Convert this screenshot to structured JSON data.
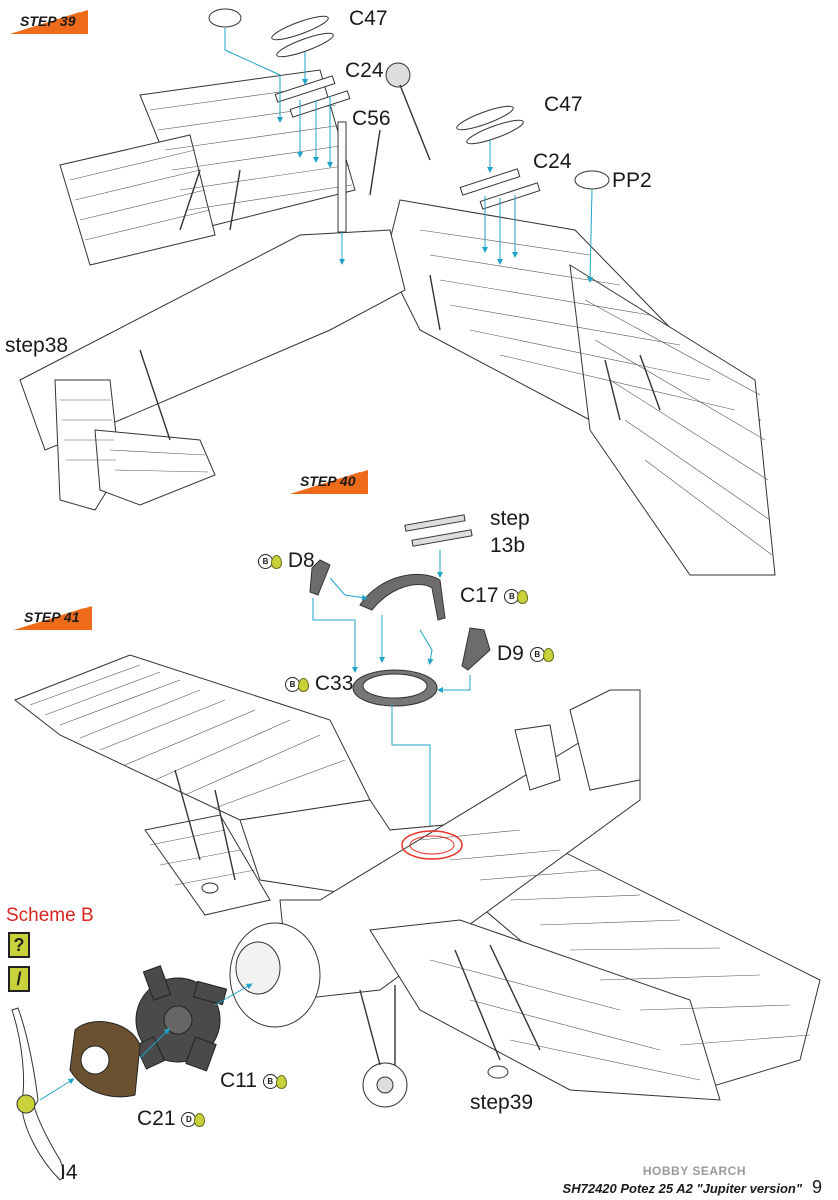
{
  "steps": {
    "step39": "STEP 39",
    "step40": "STEP 40",
    "step41": "STEP 41"
  },
  "step39_labels": {
    "c47_a": "C47",
    "c24_a": "C24",
    "c56": "C56",
    "c47_b": "C47",
    "c24_b": "C24",
    "pp2": "PP2",
    "step38": "step38"
  },
  "step40_labels": {
    "step_ref_line1": "step",
    "step_ref_line2": "13b",
    "d8": "D8",
    "d8_badge": "B",
    "c17": "C17",
    "c17_badge": "B",
    "d9": "D9",
    "d9_badge": "B",
    "c33": "C33",
    "c33_badge": "B"
  },
  "step41_labels": {
    "scheme": "Scheme B",
    "scheme_icon_1": "?",
    "scheme_icon_2": "/",
    "c11": "C11",
    "c11_badge": "B",
    "c21": "C21",
    "c21_badge": "D",
    "i4": "I4",
    "step39_ref": "step39"
  },
  "footer": {
    "title": "SH72420 Potez 25 A2 \"Jupiter version\"",
    "page": "9",
    "watermark": "HOBBY SEARCH"
  },
  "colors": {
    "step_tag": "#ef6b1c",
    "leader_line": "#1fa3c9",
    "paint_drop": "#c9d23b",
    "scheme_text": "#d8251f",
    "highlight": "#e8332a",
    "engine_dark": "#4a4a4a",
    "cowl_brown": "#6b5130"
  }
}
